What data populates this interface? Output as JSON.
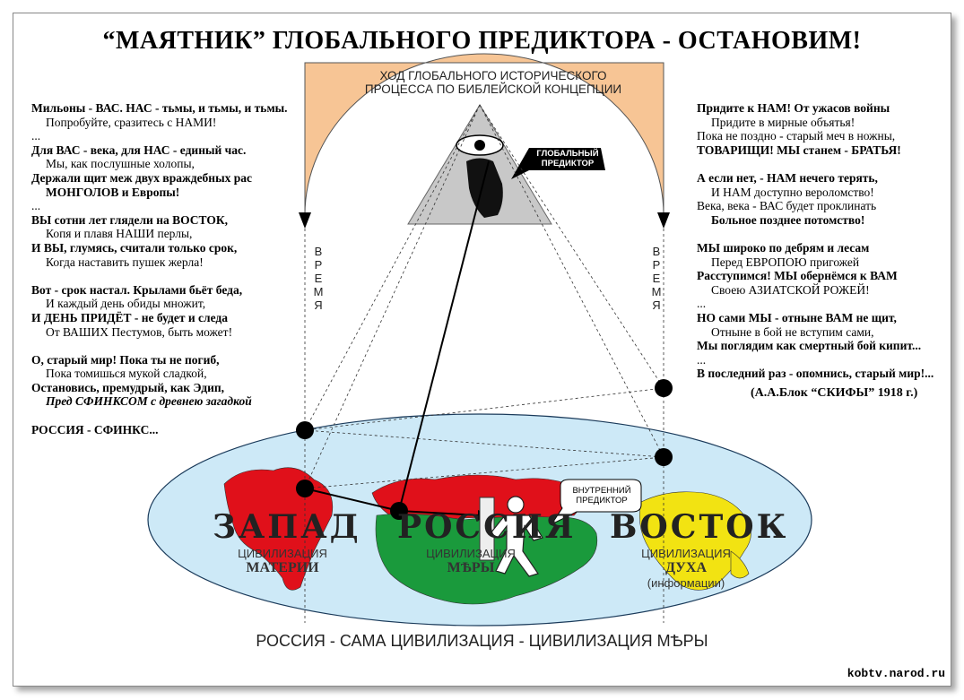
{
  "title": "“МАЯТНИК” ГЛОБАЛЬНОГО ПРЕДИКТОРА - ОСТАНОВИМ!",
  "top_box": {
    "line1": "ХОД ГЛОБАЛЬНОГО ИСТОРИЧЕСКОГО",
    "line2": "ПРОЦЕССА ПО БИБЛЕЙСКОЙ КОНЦЕПЦИИ"
  },
  "global_predictor": {
    "line1": "ГЛОБАЛЬНЫЙ",
    "line2": "ПРЕДИКТОР"
  },
  "inner_predictor": {
    "line1": "ВНУТРЕННИЙ",
    "line2": "ПРЕДИКТОР"
  },
  "time_label": [
    "В",
    "Р",
    "Е",
    "М",
    "Я"
  ],
  "regions": {
    "west": {
      "name": "ЗАПАД",
      "sub": "ЦИВИЛИЗАЦИЯ",
      "type": "МАТЕРИИ"
    },
    "russia": {
      "name": "РОССИЯ",
      "sub": "ЦИВИЛИЗАЦИЯ",
      "type": "МѢРЫ"
    },
    "east": {
      "name": "ВОСТОК",
      "sub": "ЦИВИЛИЗАЦИЯ",
      "type": "ДУХА",
      "note": "(информации)"
    }
  },
  "bottom_caption": "РОССИЯ - САМА ЦИВИЛИЗАЦИЯ - ЦИВИЛИЗАЦИЯ МѢРЫ",
  "site": "kobtv.narod.ru",
  "left_poem": [
    "Мильоны - ВАС. НАС - тьмы, и тьмы, и тьмы.",
    "Попробуйте, сразитесь с НАМИ!",
    "...",
    "Для ВАС - века, для НАС - единый час.",
    "Мы, как послушные холопы,",
    "Держали щит меж двух враждебных рас",
    "МОНГОЛОВ и Европы!",
    "...",
    "ВЫ сотни лет глядели на ВОСТОК,",
    "Копя и плавя НАШИ перлы,",
    "И ВЫ, глумясь, считали только срок,",
    "Когда наставить пушек жерла!",
    "",
    "Вот - срок настал. Крылами бьёт беда,",
    "И каждый день обиды множит,",
    "И ДЕНЬ ПРИДЁТ - не будет и следа",
    "От ВАШИХ Пестумов, быть может!",
    "",
    "О, старый мир! Пока ты не погиб,",
    "Пока томишься мукой сладкой,",
    "Остановись, премудрый, как Эдип,",
    "Пред СФИНКСОМ с древнею загадкой",
    "",
    "РОССИЯ - СФИНКС..."
  ],
  "right_poem": [
    "Придите к НАМ! От ужасов войны",
    "Придите в мирные объятья!",
    "Пока не поздно - старый меч в ножны,",
    "ТОВАРИЩИ! МЫ станем - БРАТЬЯ!",
    "",
    "А если нет, - НАМ нечего терять,",
    "И НАМ доступно вероломство!",
    "Века, века - ВАС будет проклинать",
    "Больное позднее потомство!",
    "",
    "МЫ широко по дебрям и лесам",
    "Перед ЕВРОПОЮ пригожей",
    "Расступимся! МЫ обернёмся к ВАМ",
    "Своею АЗИАТСКОЙ РОЖЕЙ!",
    "...",
    "НО сами МЫ - отныне ВАМ не щит,",
    "Отныне в бой не вступим сами,",
    "Мы поглядим как смертный бой кипит...",
    "...",
    "В последний раз - опомнись, старый мир!..."
  ],
  "signature": "(А.А.Блок “СКИФЫ” 1918 г.)",
  "colors": {
    "box": "#f7c595",
    "oval": "#cde9f7",
    "west": "#e0101a",
    "russia": "#1a9a3c",
    "east": "#f2e312",
    "pyramid": "#c8c8c8"
  }
}
